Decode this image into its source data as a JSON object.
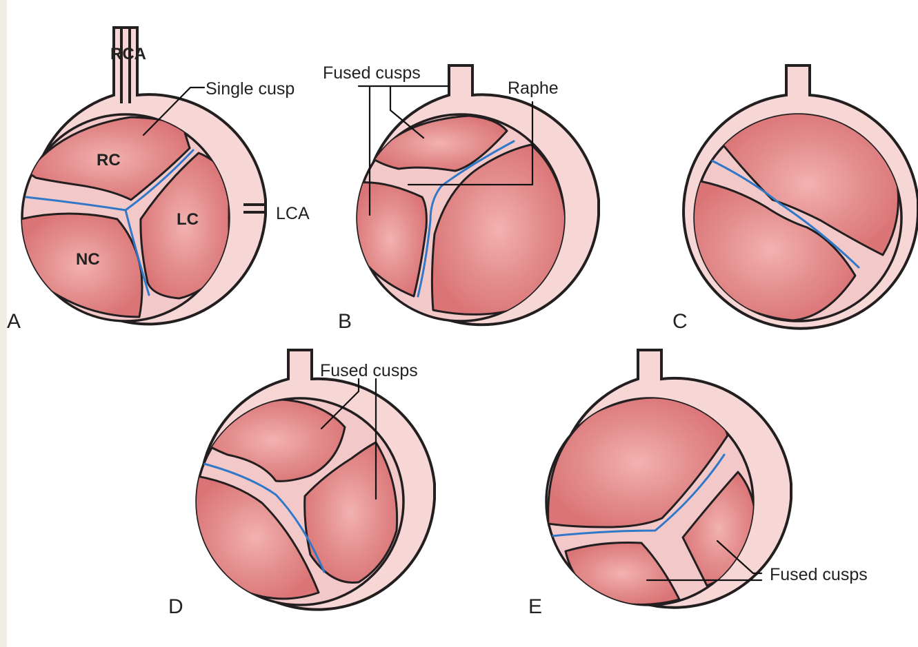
{
  "figure": {
    "panels": [
      {
        "id": "A",
        "letter": "A",
        "labels": {
          "rca": "RCA",
          "single_cusp": "Single cusp",
          "rc": "RC",
          "lc": "LC",
          "nc": "NC",
          "lca": "LCA"
        }
      },
      {
        "id": "B",
        "letter": "B",
        "labels": {
          "fused_cusps": "Fused cusps",
          "raphe": "Raphe"
        }
      },
      {
        "id": "C",
        "letter": "C",
        "labels": {}
      },
      {
        "id": "D",
        "letter": "D",
        "labels": {
          "fused_cusps": "Fused cusps"
        }
      },
      {
        "id": "E",
        "letter": "E",
        "labels": {
          "fused_cusps": "Fused cusps"
        }
      }
    ]
  },
  "colors": {
    "background": "#efede4",
    "cusp_fill": "#e07e80",
    "cusp_highlight": "#f2b2b0",
    "commissure": "#f3c8c8",
    "wall": "#f7d7d6",
    "raphe": "#2f78c9",
    "outline": "#231f20"
  }
}
